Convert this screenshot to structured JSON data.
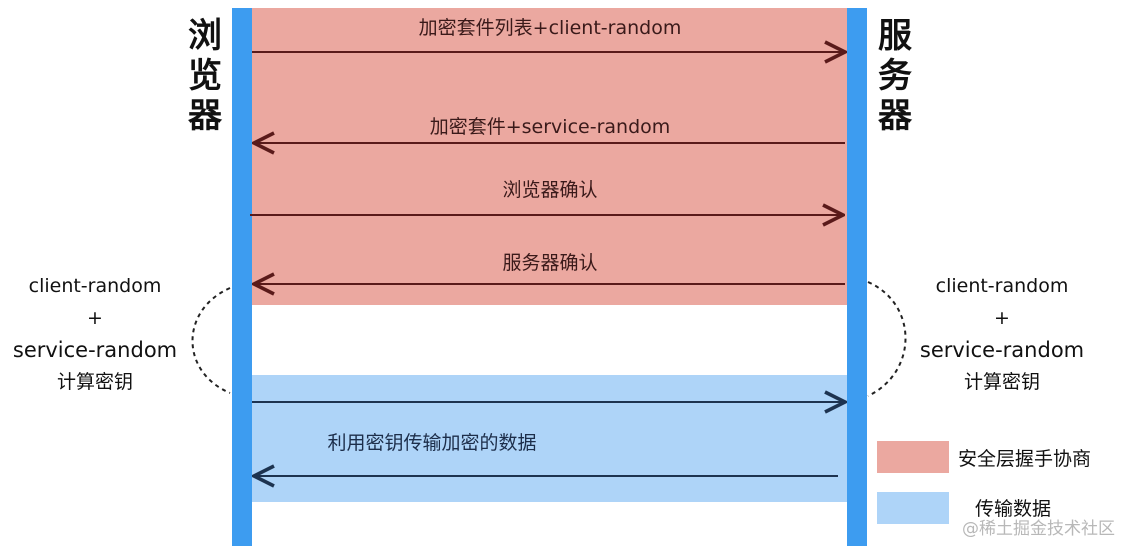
{
  "actors": {
    "browser": "浏览器",
    "server": "服务器"
  },
  "messages": [
    {
      "text": "加密套件列表+client-random",
      "direction": "to-server",
      "phase": "handshake"
    },
    {
      "text": "加密套件+service-random",
      "direction": "to-browser",
      "phase": "handshake"
    },
    {
      "text": "浏览器确认",
      "direction": "to-server",
      "phase": "handshake"
    },
    {
      "text": "服务器确认",
      "direction": "to-browser",
      "phase": "handshake"
    },
    {
      "text": "利用密钥传输加密的数据",
      "direction": "both",
      "phase": "data"
    }
  ],
  "key_calc": {
    "line1": "client-random",
    "line2": "+",
    "line3": "service-random",
    "line4": "计算密钥"
  },
  "legend": [
    {
      "label": "安全层握手协商",
      "color": "#eba8a0"
    },
    {
      "label": "传输数据",
      "color": "#aed4f8"
    }
  ],
  "colors": {
    "lifeline": "#3d9cf0",
    "arrow": "#5a1a1a",
    "arrow_blue": "#1d3350"
  },
  "watermark": "@稀土掘金技术社区"
}
